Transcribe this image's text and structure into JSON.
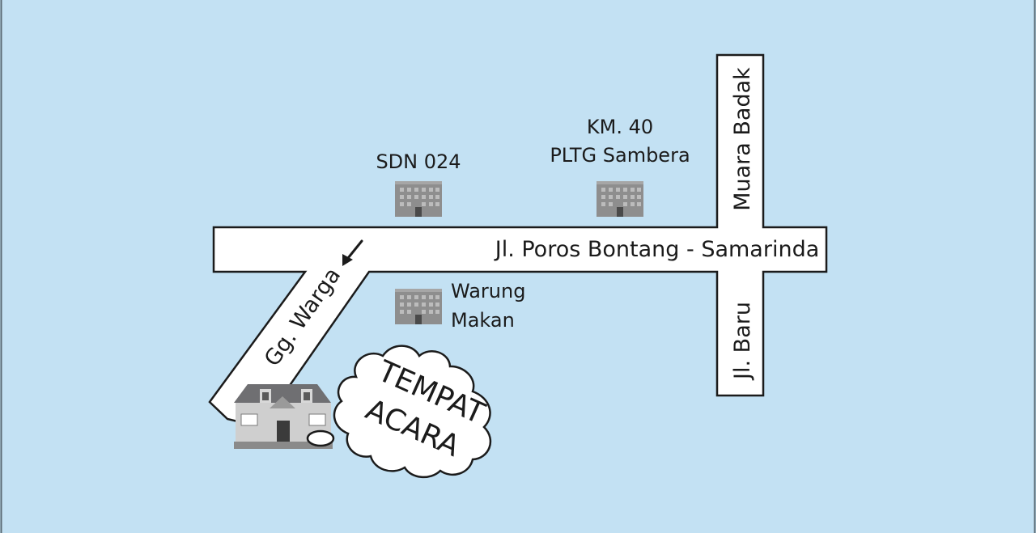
{
  "colors": {
    "background": "#c3e1f3",
    "road_fill": "#ffffff",
    "road_stroke": "#1b1b1b",
    "building": "#8e8e8e",
    "house_roof": "#6f6f72",
    "house_wall": "#cfcfcf"
  },
  "roads": {
    "main": "Jl. Poros Bontang - Samarinda",
    "north": "Muara Badak",
    "south": "Jl. Baru",
    "alley": "Gg. Warga"
  },
  "landmarks": {
    "school": "SDN 024",
    "power_plant_line1": "KM. 40",
    "power_plant_line2": "PLTG Sambera",
    "food_stall_line1": "Warung",
    "food_stall_line2": "Makan"
  },
  "venue": {
    "line1": "TEMPAT",
    "line2": "ACARA"
  },
  "icons": {
    "building": "building-icon",
    "house": "house-icon",
    "arrow": "direction-arrow-icon"
  }
}
